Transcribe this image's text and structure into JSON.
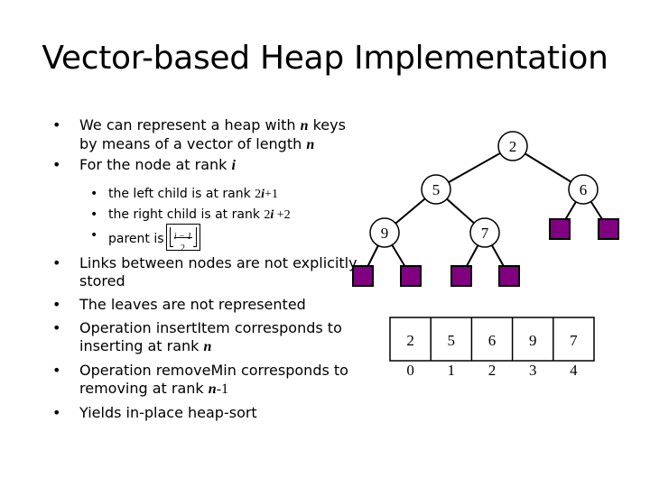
{
  "title": "Vector-based Heap Implementation",
  "bullets_top": [
    {
      "pre": "We can represent a heap with ",
      "var": "n",
      "post": " keys by means of a vector of length ",
      "var2": "n"
    },
    {
      "pre": "For the node at rank ",
      "var": "i"
    }
  ],
  "sub_bullets": {
    "left_pre": "the left child is at rank ",
    "left_expr": "2",
    "left_var": "i",
    "left_post": "+1",
    "right_pre": "the right child is at rank ",
    "right_expr": "2",
    "right_var": "i",
    "right_post": " +2",
    "parent_pre": "parent is",
    "parent_num": "i − 1",
    "parent_den": "2"
  },
  "bullets_bottom": [
    {
      "text": "Links between nodes are not explicitly stored"
    },
    {
      "text": "The leaves are not represented"
    },
    {
      "pre": "Operation insertItem corresponds to inserting at rank ",
      "var": "n"
    },
    {
      "pre": "Operation removeMin corresponds to removing at rank ",
      "var": "n",
      "post": "-1"
    },
    {
      "text": "Yields in-place heap-sort"
    }
  ],
  "tree": {
    "colors": {
      "node_fill": "#ffffff",
      "leaf_fill": "#800080",
      "stroke": "#000000"
    },
    "nodes": [
      {
        "label": "2"
      },
      {
        "label": "5"
      },
      {
        "label": "6"
      },
      {
        "label": "9"
      },
      {
        "label": "7"
      }
    ]
  },
  "vector": {
    "values": [
      "2",
      "5",
      "6",
      "9",
      "7"
    ],
    "indices": [
      "0",
      "1",
      "2",
      "3",
      "4"
    ]
  }
}
